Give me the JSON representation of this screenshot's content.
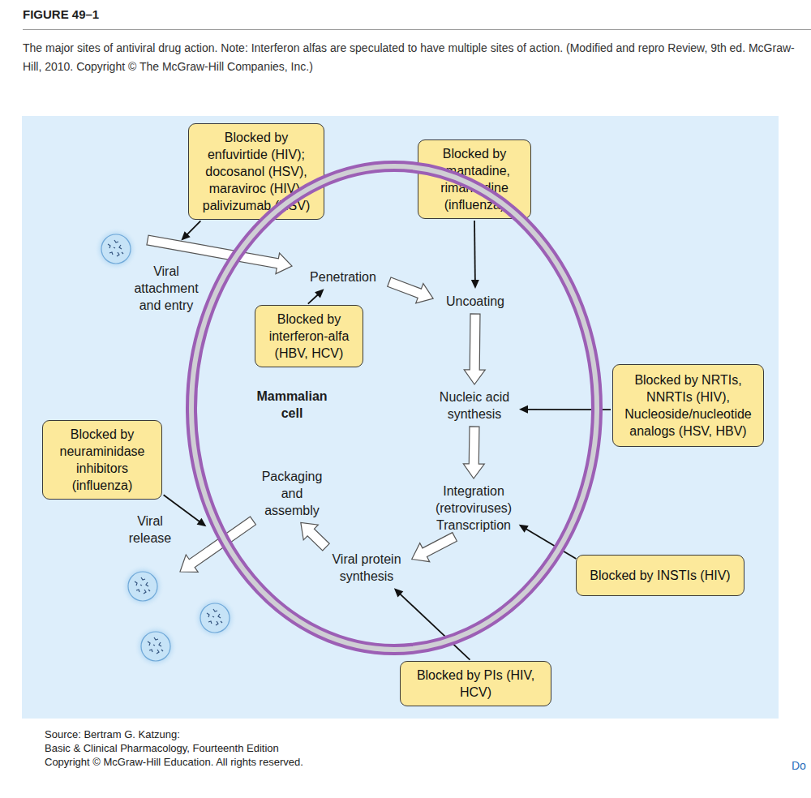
{
  "diagram": {
    "title": "FIGURE 49–1",
    "caption": "The major sites of antiviral drug action. Note: Interferon alfas are speculated to have multiple sites of action. (Modified and repro Review, 9th ed. McGraw-Hill, 2010. Copyright © The McGraw-Hill Companies, Inc.)",
    "nodes": [
      {
        "text": [
          "Blocked by enfuvirtide (HIV); docosanol (HSV), maraviroc (HIV), palivizumab (RSV)"
        ]
      },
      {
        "text": [
          "Blocked by amantadine, rimantadine (influenza)"
        ]
      },
      {
        "text": [
          "Viral attachment and entry"
        ]
      },
      {
        "text": [
          "Mammalian cell"
        ]
      },
      {
        "text": [
          "Penetration"
        ],
        "in": 3
      },
      {
        "text": [
          "Uncoating"
        ],
        "in": 3
      },
      {
        "text": [
          "Blocked by interferon-alfa (HBV, HCV)"
        ],
        "in": 3
      },
      {
        "text": [
          "Blocked by NRTIs, NNRTIs (HIV), Nucleoside/nucleotide analogs (HSV, HBV)"
        ]
      },
      {
        "text": [
          "Nucleic acid synthesis"
        ],
        "in": 3
      },
      {
        "text": [
          "Blocked by neuraminidase inhibitors (influenza)"
        ]
      },
      {
        "text": [
          "Packaging and assembly"
        ],
        "in": 3
      },
      {
        "text": [
          "Viral release"
        ]
      },
      {
        "text": [
          "Integration (retroviruses) Transcription"
        ],
        "in": 3
      },
      {
        "text": [
          "Blocked by INSTIs (HIV)"
        ]
      },
      {
        "text": [
          "Viral protein synthesis"
        ],
        "in": 3
      },
      {
        "text": [
          "Blocked by PIs (HIV, HCV)"
        ]
      }
    ],
    "edges": [
      {
        "from": 4,
        "to": 5,
        "arrow": "to"
      },
      {
        "from": 5,
        "to": 8,
        "arrow": "to"
      },
      {
        "from": 8,
        "to": 12,
        "arrow": "to"
      },
      {
        "from": 12,
        "to": 14,
        "arrow": "to"
      },
      {
        "from": 14,
        "to": 10,
        "arrow": "to"
      },
      {
        "from": 0,
        "to": 2,
        "arrow": "to"
      },
      {
        "from": 1,
        "to": 5,
        "arrow": "to"
      },
      {
        "from": 6,
        "to": 4,
        "arrow": "to"
      },
      {
        "from": 7,
        "to": 8,
        "arrow": "to"
      },
      {
        "from": 13,
        "to": 12,
        "arrow": "to"
      },
      {
        "from": 15,
        "to": 14,
        "arrow": "to"
      },
      {
        "from": 9,
        "to": 11,
        "arrow": "to"
      }
    ],
    "labels": [
      "Source: Bertram G. Katzung:",
      "Basic & Clinical Pharmacology, Fourteenth Edition",
      "Copyright © McGraw-Hill Education. All rights reserved.",
      "Do"
    ]
  }
}
